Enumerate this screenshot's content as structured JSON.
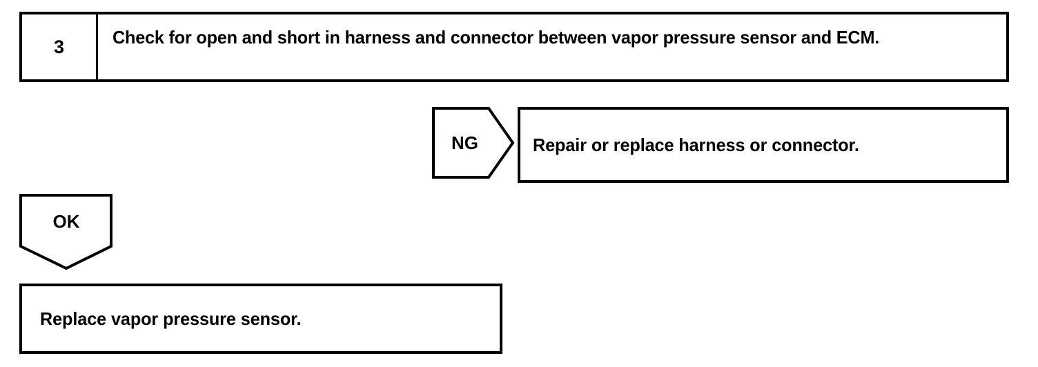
{
  "document": {
    "type": "automotive-diagnostic-flowchart",
    "background_color": "#ffffff",
    "line_color": "#000000",
    "text_color": "#000000"
  },
  "step": {
    "number": "3",
    "instruction": "Check for open and short in harness and connector between vapor pressure sensor and ECM."
  },
  "branches": {
    "ng": {
      "tag_label": "NG",
      "result_text": "Repair or replace harness or connector.",
      "shape": "right-pointing-pentagon-arrow"
    },
    "ok": {
      "tag_label": "OK",
      "shape": "down-pointing-pentagon-arrow"
    }
  },
  "final_action": {
    "text": "Replace vapor pressure sensor."
  }
}
